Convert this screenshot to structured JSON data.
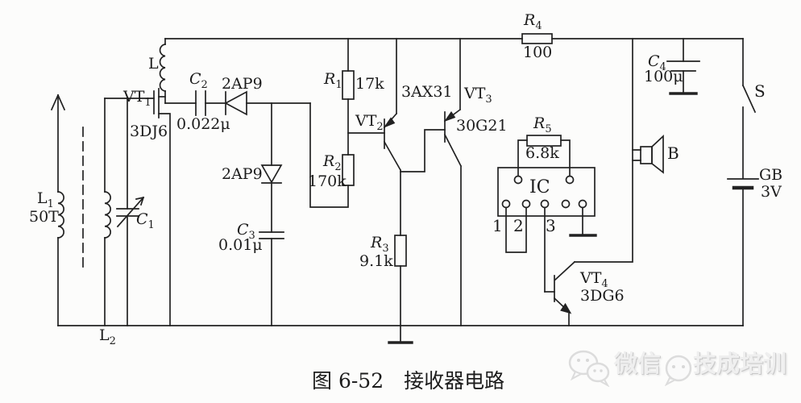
{
  "colors": {
    "ink": "#1c1c1c",
    "background": "#fcfcfb",
    "watermark": "#e6e6e6"
  },
  "caption": "图 6-52　接收器电路",
  "watermark": {
    "wechat_label": "微信",
    "brand": "技成培训",
    "icons": [
      "wechat-bubbles-icon",
      "round-bubble-face-icon"
    ]
  },
  "components": {
    "l": {
      "sym": "L"
    },
    "l1": {
      "sym": "L",
      "sub": "1",
      "value": "50T"
    },
    "l2": {
      "sym": "L",
      "sub": "2"
    },
    "c1": {
      "sym": "C",
      "sub": "1"
    },
    "c2": {
      "sym": "C",
      "sub": "2",
      "value": "0.022μ"
    },
    "c3": {
      "sym": "C",
      "sub": "3",
      "value": "0.01μ"
    },
    "c4": {
      "sym": "C",
      "sub": "4",
      "value": "100μ"
    },
    "r1": {
      "sym": "R",
      "sub": "1",
      "value": "17k"
    },
    "r2": {
      "sym": "R",
      "sub": "2",
      "value": "170k"
    },
    "r3": {
      "sym": "R",
      "sub": "3",
      "value": "9.1k"
    },
    "r4": {
      "sym": "R",
      "sub": "4",
      "value": "100"
    },
    "r5": {
      "sym": "R",
      "sub": "5",
      "value": "6.8k"
    },
    "vt1": {
      "sym": "VT",
      "sub": "1",
      "model": "3DJ6"
    },
    "vt2": {
      "sym": "VT",
      "sub": "2",
      "model": "3AX31"
    },
    "vt3": {
      "sym": "VT",
      "sub": "3",
      "model": "30G21"
    },
    "vt4": {
      "sym": "VT",
      "sub": "4",
      "model": "3DG6"
    },
    "d1": {
      "model": "2AP9"
    },
    "d2": {
      "model": "2AP9"
    },
    "ic": {
      "label": "IC",
      "pins": [
        "1",
        "2",
        "3"
      ]
    },
    "s": {
      "sym": "S"
    },
    "b": {
      "sym": "B"
    },
    "gb": {
      "sym": "GB",
      "value": "3V"
    }
  }
}
